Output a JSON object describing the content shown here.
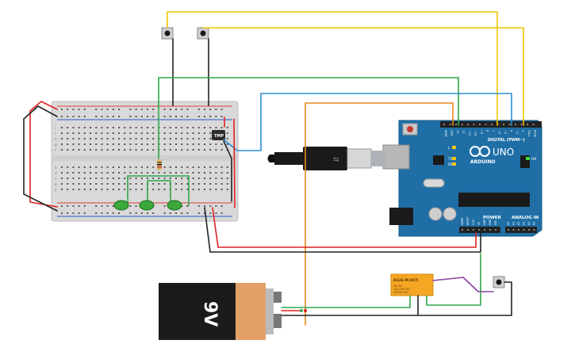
{
  "arduino": {
    "brand": "ARDUINO",
    "model": "UNO",
    "digital_label": "DIGITAL (PWM~)",
    "power_label": "POWER",
    "analog_label": "ANALOG IN",
    "tx_label": "TX",
    "rx_label": "RX",
    "l_label": "L",
    "on_label": "ON",
    "top_pins": [
      "AREF",
      "GND",
      "13",
      "12",
      "~11",
      "~10",
      "~9",
      "8",
      "7",
      "~6",
      "~5",
      "4",
      "~3",
      "2",
      "TX▸1",
      "RX◂0"
    ],
    "power_pins": [
      "IOREF",
      "RESET",
      "3.3V",
      "5V",
      "GND",
      "GND",
      "VIN"
    ],
    "analog_pins": [
      "A0",
      "A1",
      "A2",
      "A3",
      "A4",
      "A5"
    ]
  },
  "battery": {
    "label": "9V"
  },
  "sensor": {
    "label": "TMP"
  },
  "relay": {
    "model": "KS2E-M-DC5",
    "line1": "DC 5V",
    "line2": "1A/125V AC",
    "line3": "2A/30V DC"
  },
  "breadboard": {
    "row_letters_top": [
      "j",
      "i",
      "h",
      "g",
      "f"
    ],
    "row_letters_bottom": [
      "e",
      "d",
      "c",
      "b",
      "a"
    ]
  },
  "colors": {
    "wire_yellow": "#f2c500",
    "wire_green": "#2ea84a",
    "wire_blue": "#2a8fd6",
    "wire_orange": "#e8891a",
    "wire_red": "#e02020",
    "wire_black": "#222222",
    "wire_purple": "#8a3fa0",
    "arduino_blue": "#1f6fa6",
    "relay_orange": "#f5a623",
    "battery_orange": "#e2a067"
  }
}
